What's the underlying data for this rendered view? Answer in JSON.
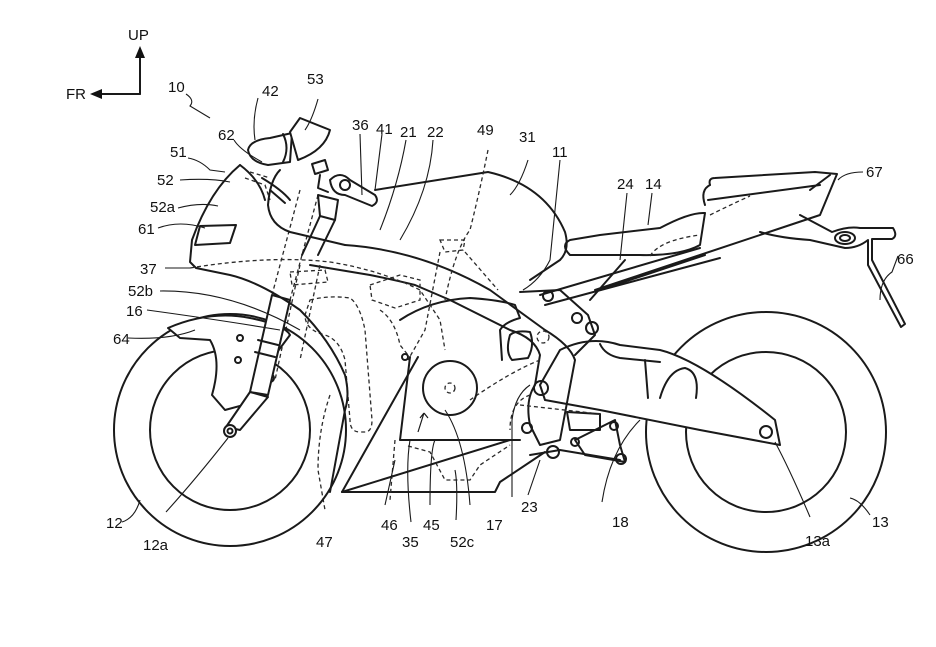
{
  "figure": {
    "type": "patent-drawing",
    "subject": "motorcycle side view",
    "direction_indicator": {
      "up_label": "UP",
      "front_label": "FR"
    },
    "reference_numerals": {
      "vehicle": "10",
      "body_frame": "11",
      "front_wheel": "12",
      "front_axle": "12a",
      "rear_wheel": "13",
      "rear_axle": "13a",
      "seat": "14",
      "front_fork": "16",
      "pivot": "17",
      "swing_arm": "18",
      "head_pipe": "21",
      "main_frame": "22",
      "pivot_frame": "23",
      "seat_frame": "24",
      "fuel_tank": "31",
      "engine": "35",
      "handlebar": "36",
      "duct": "37",
      "grip": "41",
      "headlight": "42",
      "intake": "45",
      "air_passage_46": "46",
      "air_passage_47": "47",
      "air_passage_49": "49",
      "cowl": "51",
      "front_cowl": "52",
      "upper_cowl": "52a",
      "side_cowl": "52b",
      "under_cowl": "52c",
      "windscreen": "53",
      "display": "61",
      "mirror": "62",
      "front_fender": "64",
      "rear_fender": "66",
      "tail_light": "67"
    }
  }
}
